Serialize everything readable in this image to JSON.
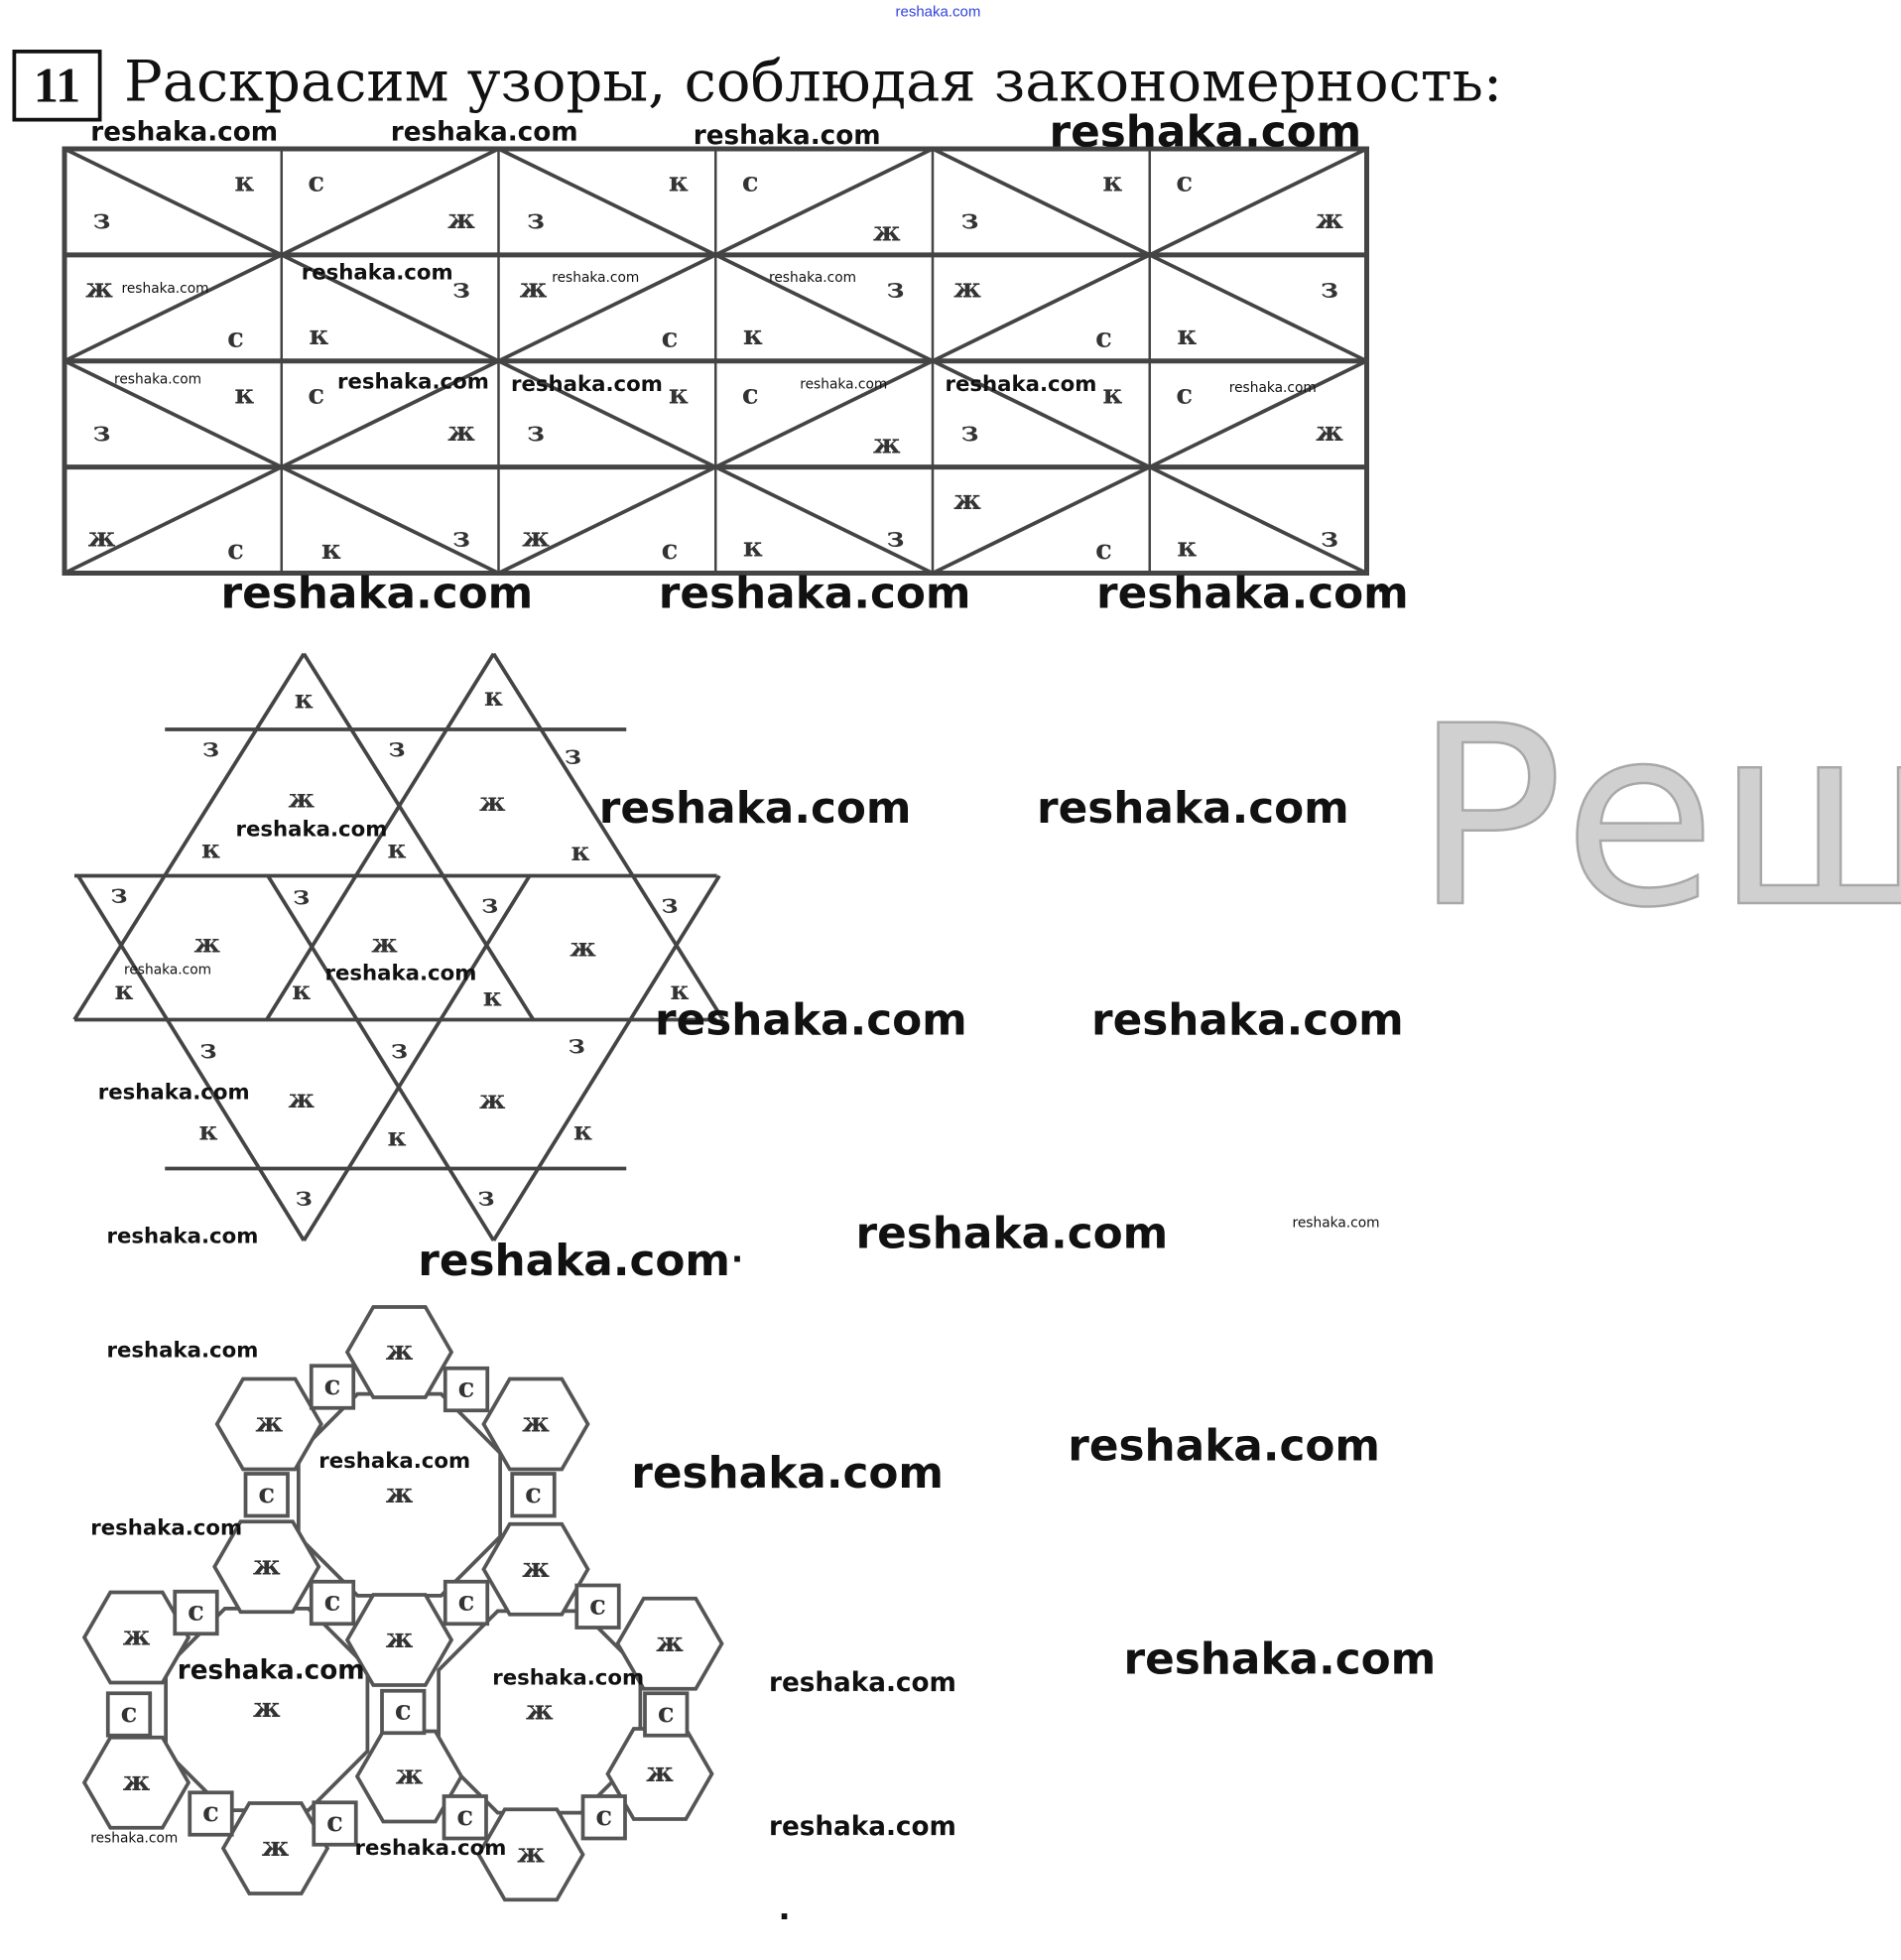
{
  "header": {
    "watermark_top": "reshaka.com",
    "task_number": "11",
    "title": "Раскрасим узоры, соблюдая закономерность:"
  },
  "watermark": "reshaka.com",
  "big_watermark": "Реш",
  "dot": ".",
  "grid": {
    "rows": [
      [
        [
          [
            "к",
            "tr"
          ],
          [
            "з",
            "l"
          ]
        ],
        [
          [
            "с",
            "tl"
          ],
          [
            "ж",
            "r"
          ]
        ],
        [
          [
            "з",
            "l"
          ],
          [
            "к",
            "tr"
          ]
        ],
        [
          [
            "с",
            "tl"
          ],
          [
            "ж",
            "br"
          ]
        ],
        [
          [
            "з",
            "l"
          ],
          [
            "к",
            "tr"
          ]
        ],
        [
          [
            "с",
            "tl"
          ],
          [
            "ж",
            "r"
          ]
        ]
      ],
      [
        [
          [
            "ж",
            "tl"
          ],
          [
            "с",
            "br"
          ]
        ],
        [
          [
            "к",
            "bl"
          ],
          [
            "з",
            "tr"
          ]
        ],
        [
          [
            "ж",
            "tl"
          ],
          [
            "с",
            "br"
          ]
        ],
        [
          [
            "з",
            "tr"
          ],
          [
            "к",
            "bl"
          ]
        ],
        [
          [
            "ж",
            "tl"
          ],
          [
            "с",
            "br"
          ]
        ],
        [
          [
            "з",
            "tr"
          ],
          [
            "к",
            "bl"
          ]
        ]
      ],
      [
        [
          [
            "к",
            "tr"
          ],
          [
            "з",
            "l"
          ]
        ],
        [
          [
            "с",
            "tl"
          ],
          [
            "ж",
            "r"
          ]
        ],
        [
          [
            "з",
            "l"
          ],
          [
            "к",
            "tr"
          ]
        ],
        [
          [
            "с",
            "tl"
          ],
          [
            "ж",
            "br"
          ]
        ],
        [
          [
            "з",
            "l"
          ],
          [
            "к",
            "tr"
          ]
        ],
        [
          [
            "с",
            "tl"
          ],
          [
            "ж",
            "r"
          ]
        ]
      ],
      [
        [
          [
            "ж",
            "l"
          ],
          [
            "с",
            "br"
          ]
        ],
        [
          [
            "к",
            "br2"
          ],
          [
            "з",
            "r"
          ]
        ],
        [
          [
            "ж",
            "l"
          ],
          [
            "с",
            "br"
          ]
        ],
        [
          [
            "к",
            "bl"
          ],
          [
            "з",
            "r"
          ]
        ],
        [
          [
            "ж",
            "tl"
          ],
          [
            "с",
            "br"
          ]
        ],
        [
          [
            "к",
            "bl"
          ],
          [
            "з",
            "r"
          ]
        ]
      ]
    ]
  },
  "star": {
    "letters": [
      "к",
      "к",
      "з",
      "з",
      "з",
      "ж",
      "ж",
      "к",
      "к",
      "к",
      "з",
      "з",
      "з",
      "з",
      "ж",
      "ж",
      "ж",
      "к",
      "к",
      "к",
      "к",
      "з",
      "з",
      "з",
      "ж",
      "ж",
      "к",
      "к",
      "к",
      "з",
      "з"
    ]
  },
  "hex": {
    "hex_letters": [
      "ж",
      "ж",
      "ж",
      "ж",
      "ж",
      "ж",
      "ж",
      "ж",
      "ж",
      "ж",
      "ж",
      "ж",
      "ж"
    ],
    "square_letters": [
      "с",
      "с",
      "с",
      "с",
      "с",
      "с",
      "с",
      "с",
      "с",
      "с",
      "с",
      "с",
      "с",
      "с",
      "с"
    ],
    "ring_letters": [
      "ж",
      "ж",
      "ж"
    ]
  }
}
